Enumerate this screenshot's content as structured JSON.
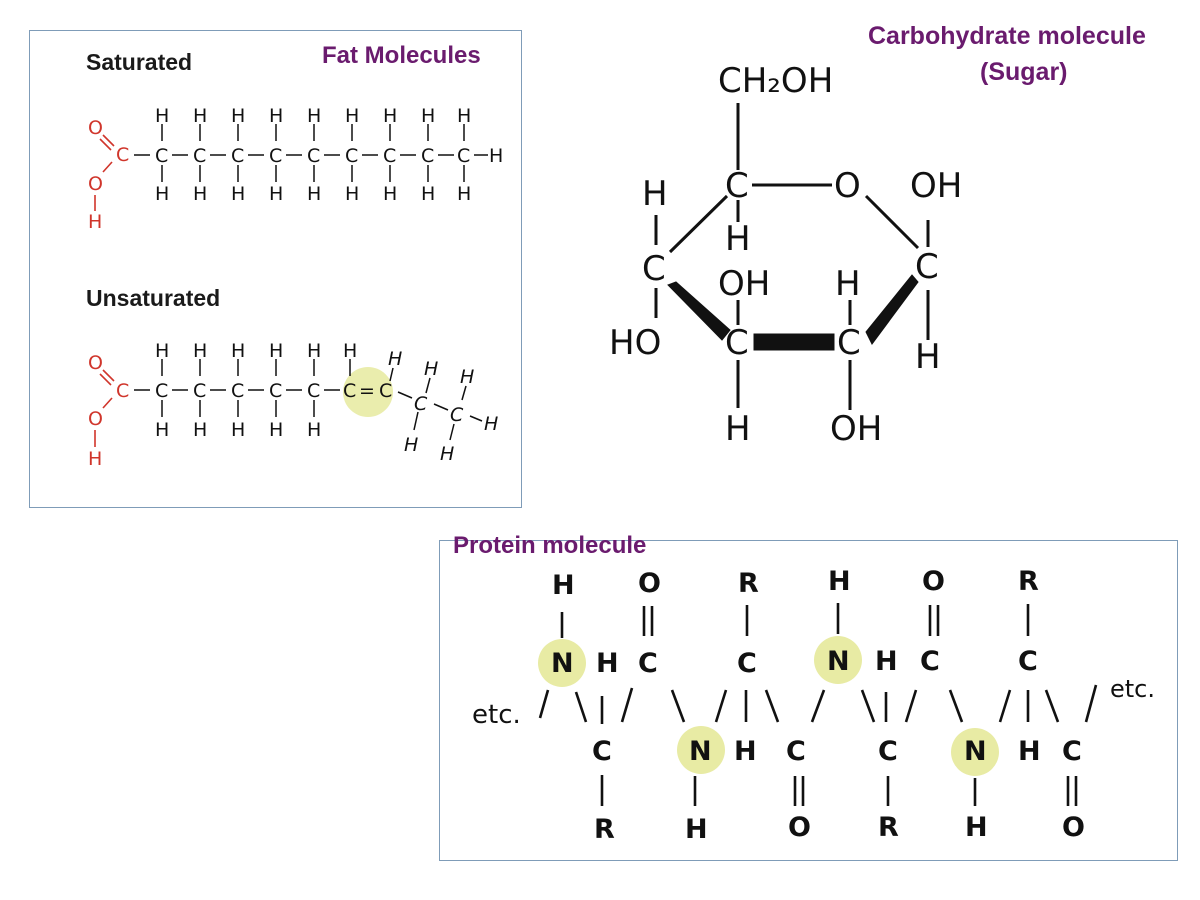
{
  "fat": {
    "title": "Fat Molecules",
    "saturated_label": "Saturated",
    "unsaturated_label": "Unsaturated",
    "atoms": {
      "H": "H",
      "C": "C",
      "O": "O",
      "db": "="
    }
  },
  "carb": {
    "title_line1": "Carbohydrate molecule",
    "title_line2": "(Sugar)",
    "atoms": {
      "CH2OH": "CH₂OH",
      "O": "O",
      "OH": "OH",
      "HO": "HO",
      "H": "H",
      "C": "C"
    }
  },
  "protein": {
    "title": "Protein molecule",
    "etc": "etc.",
    "atoms": {
      "H": "H",
      "N": "N",
      "C": "C",
      "O": "O",
      "R": "R"
    }
  },
  "colors": {
    "title_purple": "#6a1b6e",
    "acid_red": "#d0352b",
    "highlight_yellow": "#e8eba4",
    "panel_border": "#7f9cb8"
  }
}
